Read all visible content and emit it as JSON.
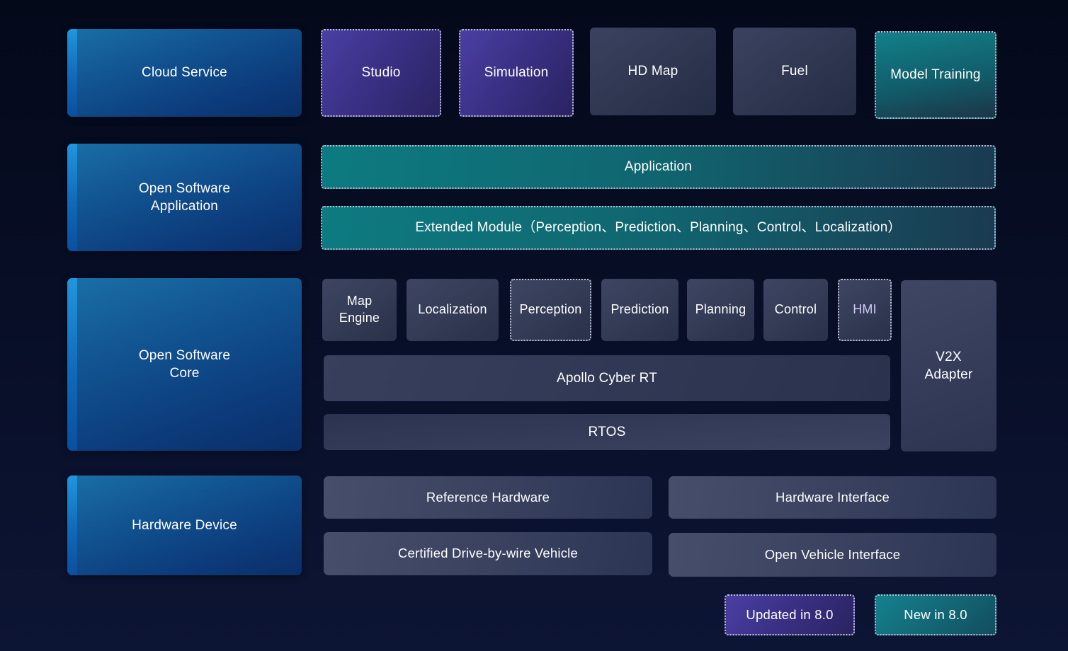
{
  "palette": {
    "background_top": "#04091a",
    "background_bottom": "#0d1534",
    "header_blue": "#11518f",
    "header_accent_blue": "#2196dd",
    "updated_purple": "#3a3186",
    "new_teal": "#0d7b81",
    "module_slate": "#323a58",
    "dotted_border": "#b9bfd2",
    "text": "#ffffff",
    "hmi_text": "#cfc8f5"
  },
  "sections": {
    "cloud": {
      "title": "Cloud Service",
      "items": [
        {
          "label": "Studio",
          "status": "updated"
        },
        {
          "label": "Simulation",
          "status": "updated"
        },
        {
          "label": "HD Map",
          "status": "standard"
        },
        {
          "label": "Fuel",
          "status": "standard"
        },
        {
          "label": "Model Training",
          "status": "new"
        }
      ]
    },
    "osa": {
      "title": "Open Software Application",
      "application": "Application",
      "extended": "Extended Module（Perception、Prediction、Planning、Control、Localization）",
      "application_status": "new",
      "extended_status": "new"
    },
    "core": {
      "title": "Open Software Core",
      "modules": [
        {
          "label": "Map Engine",
          "status": "standard"
        },
        {
          "label": "Localization",
          "status": "standard"
        },
        {
          "label": "Perception",
          "status": "updated"
        },
        {
          "label": "Prediction",
          "status": "standard"
        },
        {
          "label": "Planning",
          "status": "standard"
        },
        {
          "label": "Control",
          "status": "standard"
        },
        {
          "label": "HMI",
          "status": "updated"
        }
      ],
      "v2x": "V2X Adapter",
      "cyber_rt": "Apollo Cyber RT",
      "rtos": "RTOS"
    },
    "hw": {
      "title": "Hardware Device",
      "reference": "Reference Hardware",
      "interface": "Hardware Interface",
      "vehicle": "Certified Drive-by-wire Vehicle",
      "open_vehicle": "Open Vehicle Interface"
    }
  },
  "legend": {
    "updated": "Updated in 8.0",
    "new_in": "New in 8.0"
  }
}
